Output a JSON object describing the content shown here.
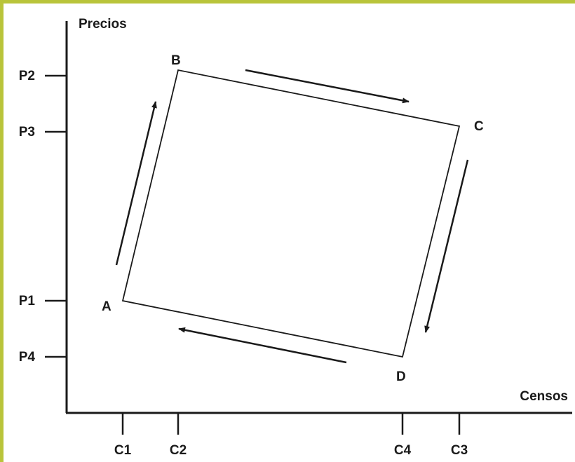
{
  "colors": {
    "frame_border": "#b9c43a",
    "ink": "#1a1a1a",
    "background": "#ffffff"
  },
  "axes": {
    "y_label": "Precios",
    "x_label": "Censos"
  },
  "y_ticks": [
    "P2",
    "P3",
    "P1",
    "P4"
  ],
  "x_ticks": [
    "C1",
    "C2",
    "C4",
    "C3"
  ],
  "points": {
    "a": "A",
    "b": "B",
    "c": "C",
    "d": "D"
  },
  "cycle_order": [
    "A",
    "B",
    "C",
    "D"
  ]
}
